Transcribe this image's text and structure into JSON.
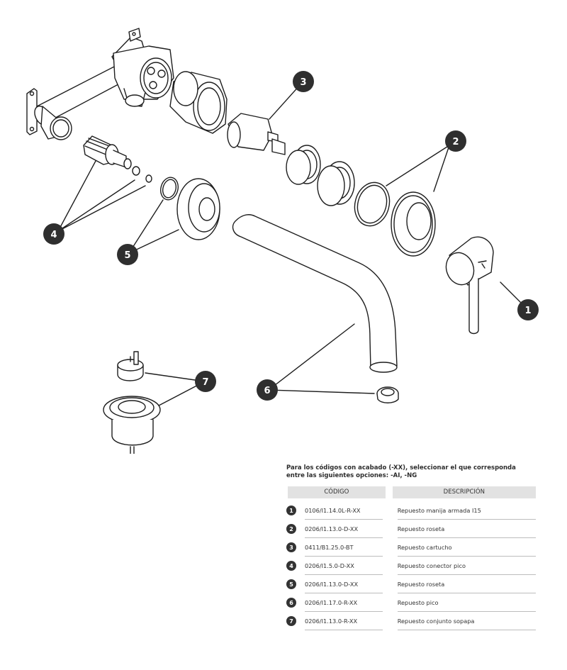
{
  "callouts": [
    "1",
    "2",
    "3",
    "4",
    "5",
    "6",
    "7"
  ],
  "parts_table": {
    "note": "Para los códigos con acabado (-XX), seleccionar el que corresponda entre las siguientes opciones: -AI, -NG",
    "headers": {
      "code": "CÓDIGO",
      "description": "DESCRIPCIÓN"
    },
    "rows": [
      {
        "num": "1",
        "code": "0106/I1.14.0L-R-XX",
        "description": "Repuesto manija armada I15"
      },
      {
        "num": "2",
        "code": "0206/I1.13.0-D-XX",
        "description": "Repuesto roseta"
      },
      {
        "num": "3",
        "code": "0411/B1.25.0-BT",
        "description": "Repuesto cartucho"
      },
      {
        "num": "4",
        "code": "0206/I1.5.0-D-XX",
        "description": "Repuesto conector pico"
      },
      {
        "num": "5",
        "code": "0206/I1.13.0-D-XX",
        "description": "Repuesto roseta"
      },
      {
        "num": "6",
        "code": "0206/I1.17.0-R-XX",
        "description": "Repuesto pico"
      },
      {
        "num": "7",
        "code": "0206/I1.13.0-R-XX",
        "description": "Repuesto conjunto sopapa"
      }
    ]
  },
  "colors": {
    "badge": "#2f2f2f",
    "line": "#1e1e1e",
    "header_bg": "#e2e2e2",
    "text": "#2d2d2d"
  }
}
